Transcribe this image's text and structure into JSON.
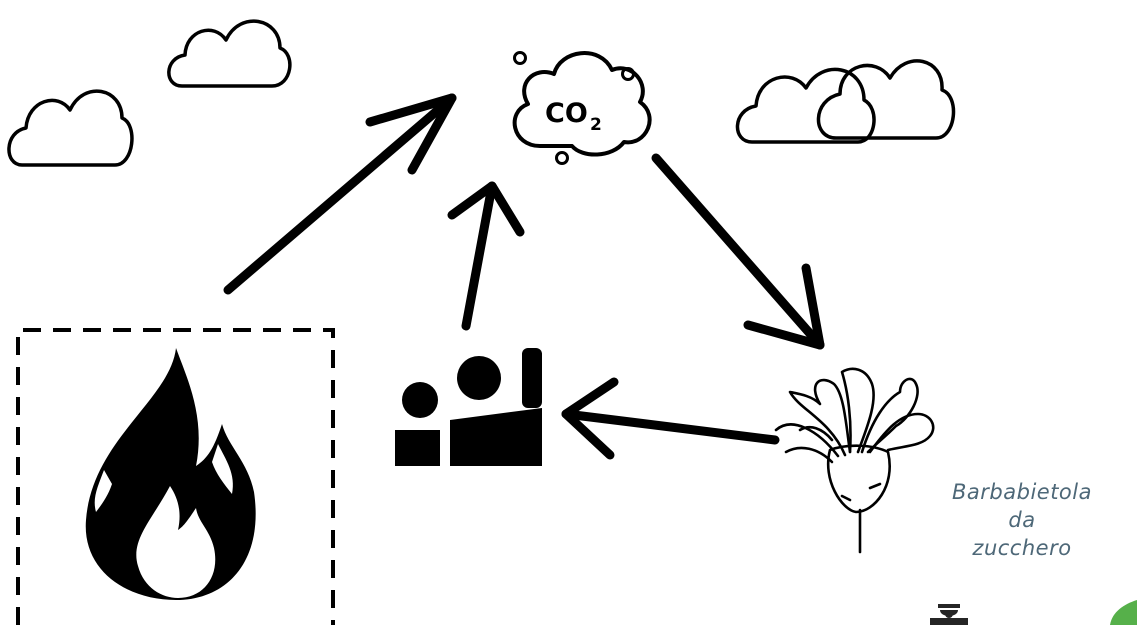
{
  "co2_label": "CO",
  "co2_subscript": "2",
  "beet_caption": {
    "line1": "Barbabietola da",
    "line2": "zucchero",
    "color": "#4e6878"
  },
  "icons": {
    "cloud": "cloud-icon",
    "co2": "co2-cloud-icon",
    "fire": "fire-icon",
    "people": "people-icon",
    "beet": "sugar-beet-icon",
    "leaf": "leaf-icon",
    "crest": "lion-crest-icon"
  },
  "colors": {
    "stroke": "#000000",
    "background": "#ffffff",
    "leaf": "#56b04a"
  }
}
